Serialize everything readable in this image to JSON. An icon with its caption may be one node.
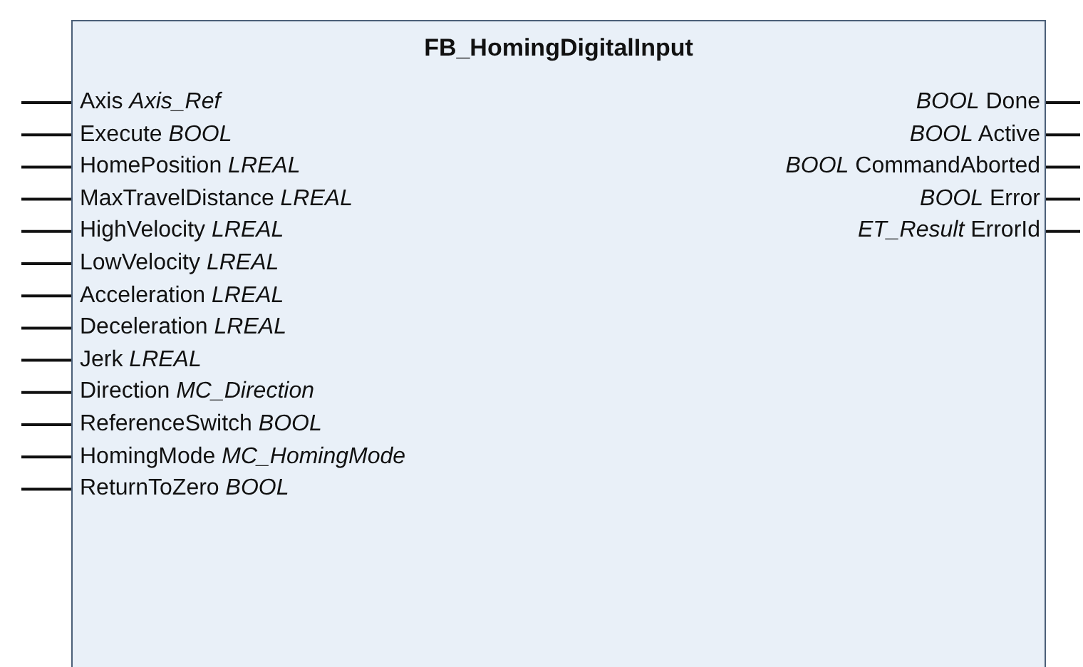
{
  "diagram": {
    "nodes": [
      {
        "text": [
          "FB_HomingDigitalInput"
        ]
      }
    ],
    "labels": [
      "Axis *Axis_Ref*",
      "*BOOL* Done",
      "Execute *BOOL*",
      "*BOOL* Active",
      "HomePosition *LREAL*",
      "*BOOL* CommandAborted",
      "MaxTravelDistance *LREAL*",
      "*BOOL* Error",
      "HighVelocity *LREAL*",
      "*ET_Result* ErrorId",
      "LowVelocity *LREAL*",
      "Acceleration *LREAL*",
      "Deceleration *LREAL*",
      "Jerk *LREAL*",
      "Direction *MC_Direction*",
      "ReferenceSwitch *BOOL*",
      "HomingMode *MC_HomingMode*",
      "ReturnToZero *BOOL*"
    ]
  }
}
